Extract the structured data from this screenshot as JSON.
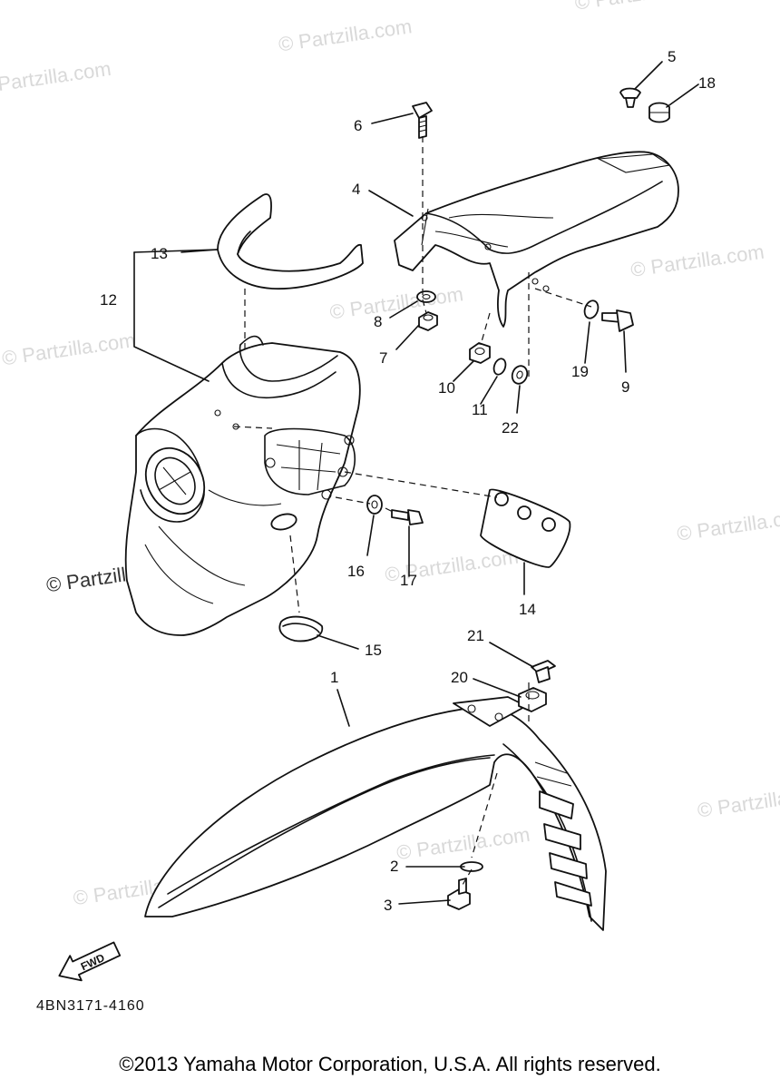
{
  "watermark": "© Partzilla.com",
  "diagram_code": "4BN3171-4160",
  "fwd_label": "FWD",
  "copyright": "©2013 Yamaha Motor Corporation, U.S.A. All rights reserved.",
  "callouts": {
    "c1": "1",
    "c2": "2",
    "c3": "3",
    "c4": "4",
    "c5": "5",
    "c6": "6",
    "c7": "7",
    "c8": "8",
    "c9": "9",
    "c10": "10",
    "c11": "11",
    "c12": "12",
    "c13": "13",
    "c14": "14",
    "c15": "15",
    "c16": "16",
    "c17": "17",
    "c18": "18",
    "c19": "19",
    "c20": "20",
    "c21": "21",
    "c22": "22"
  }
}
